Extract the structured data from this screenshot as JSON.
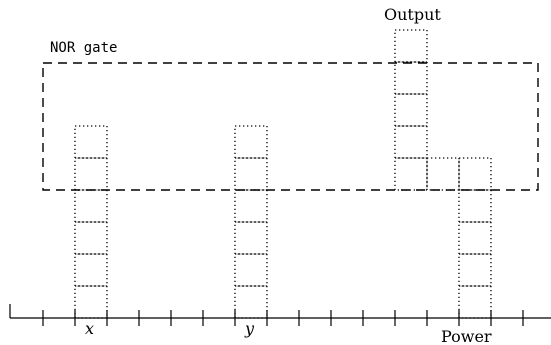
{
  "diagram": {
    "gate_label": "NOR gate",
    "output_label": "Output",
    "ruler_labels": {
      "x": "x",
      "y": "y",
      "power": "Power"
    },
    "ruler_tick_count": 16,
    "columns": [
      {
        "name": "x",
        "cells": 6
      },
      {
        "name": "y",
        "cells": 6
      },
      {
        "name": "output",
        "cells": 5
      },
      {
        "name": "connector",
        "cells": 1
      },
      {
        "name": "power",
        "cells": 5
      }
    ]
  }
}
